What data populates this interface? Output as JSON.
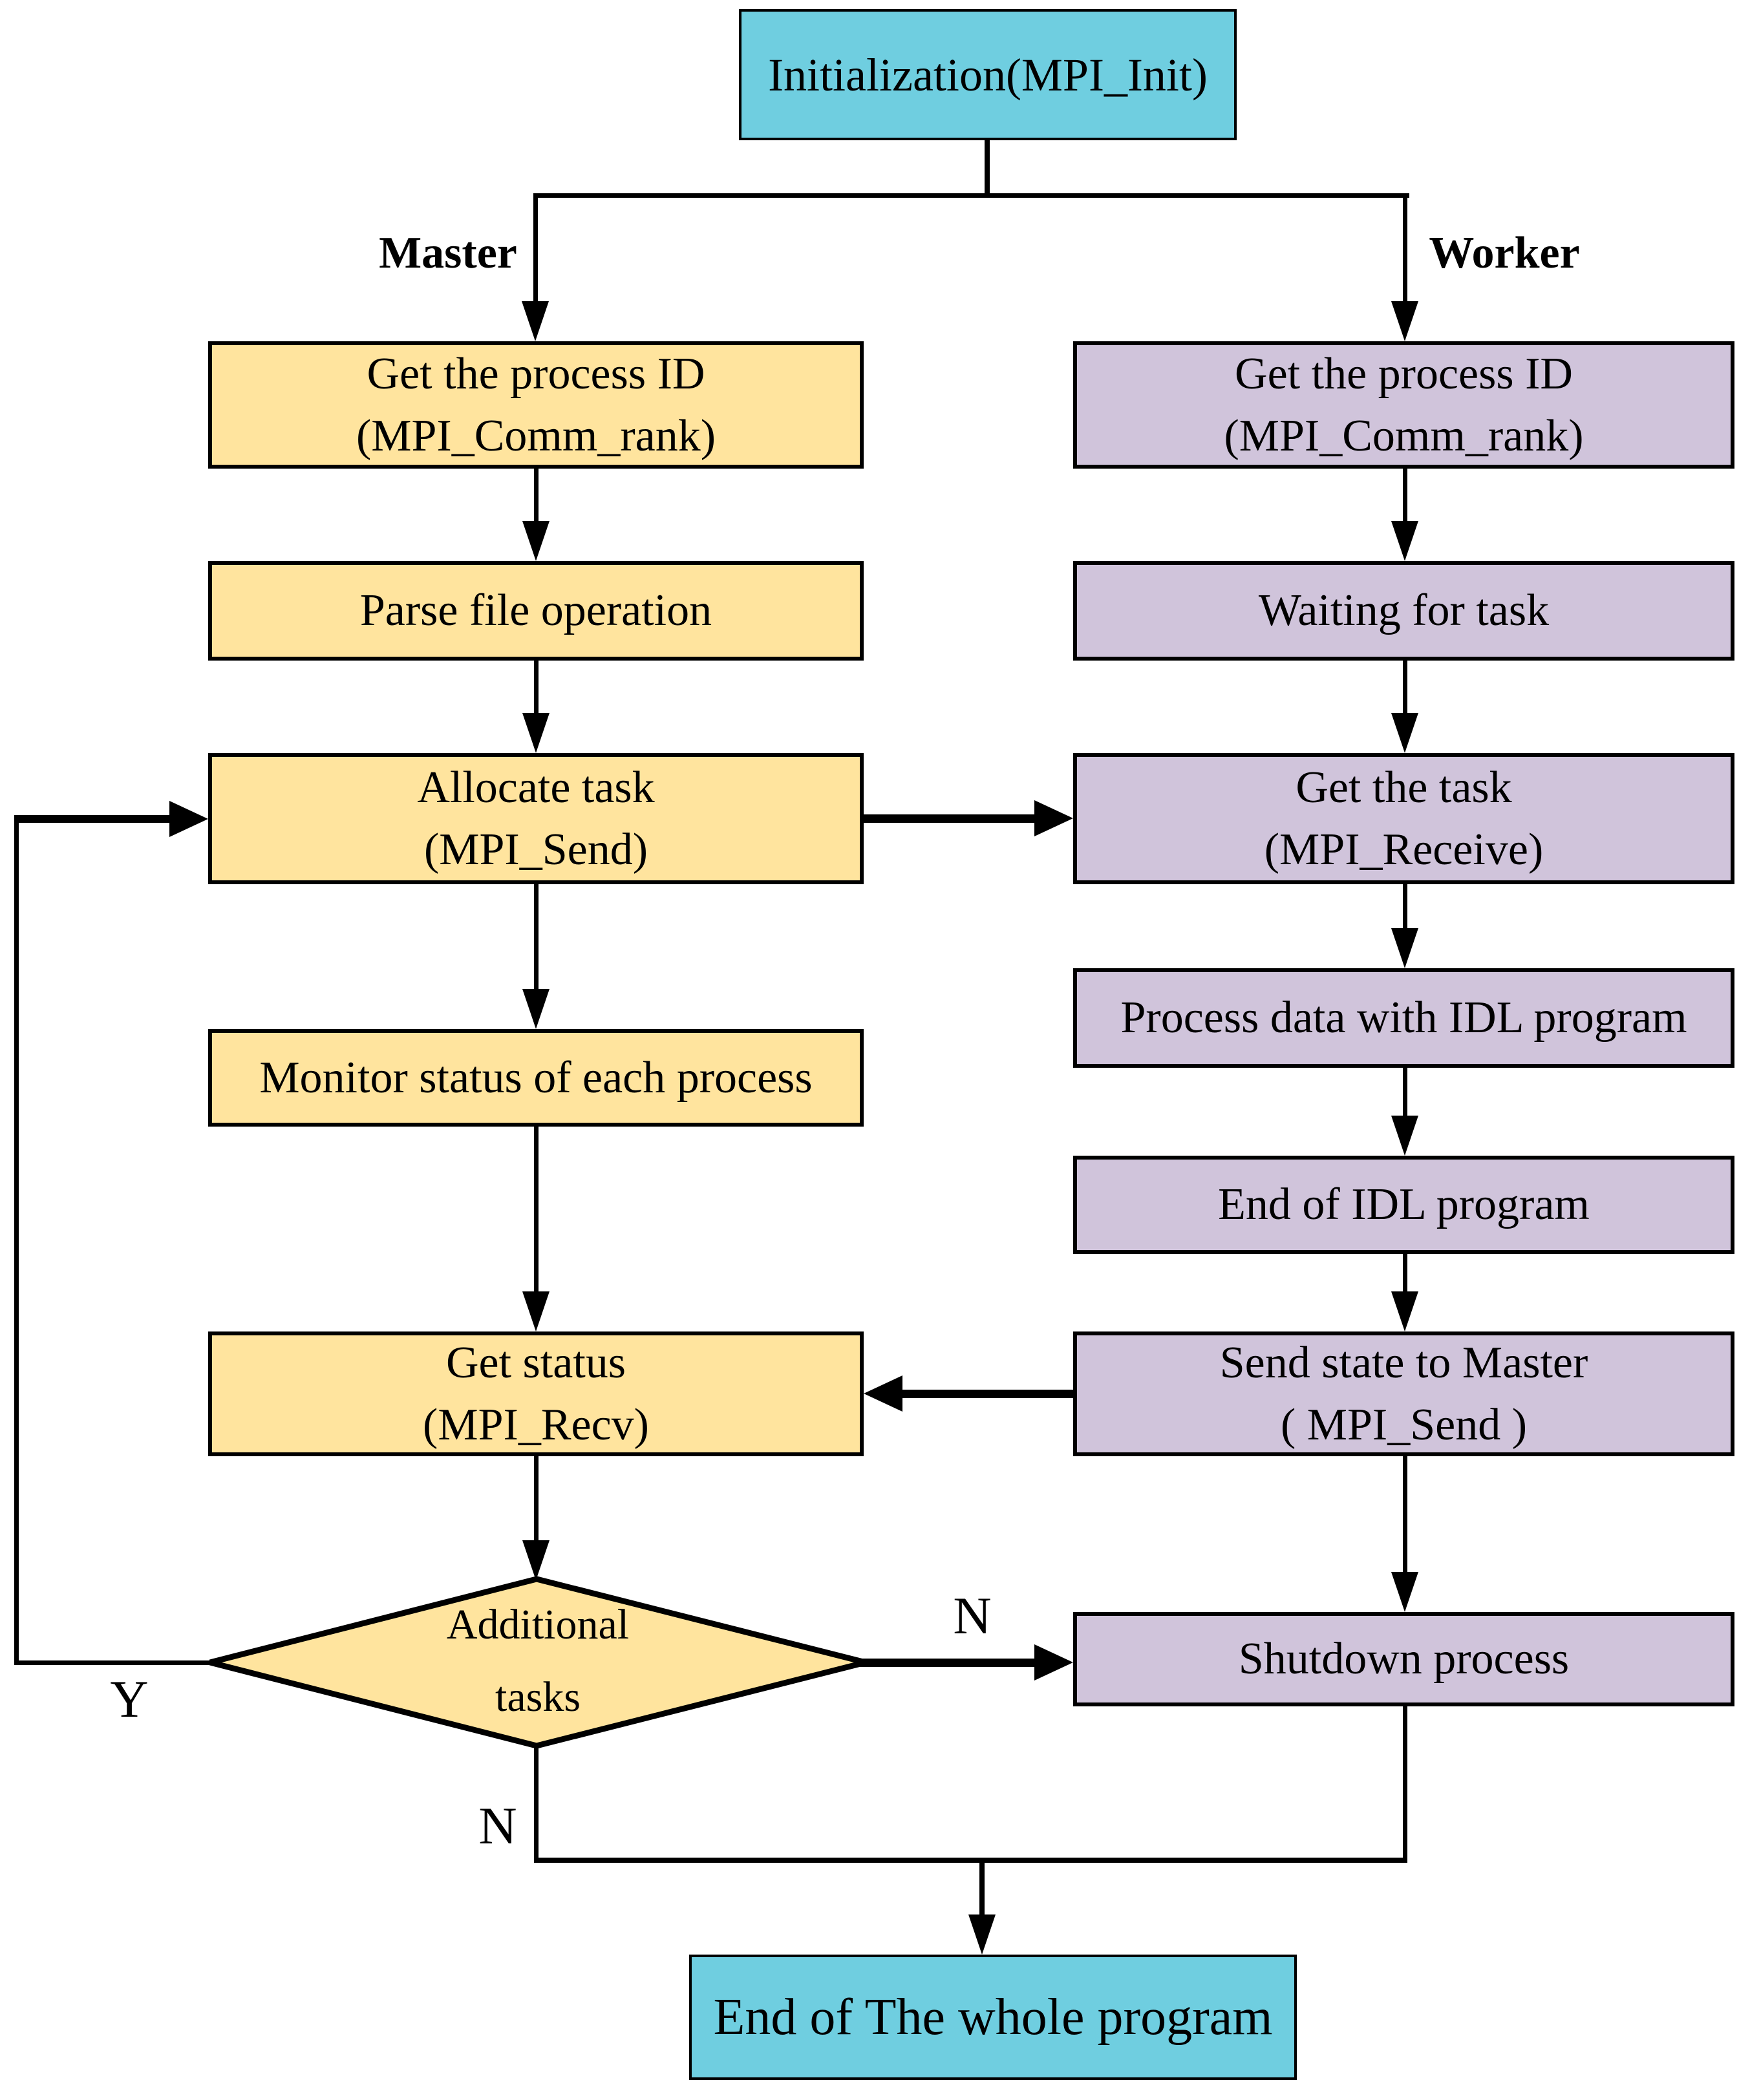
{
  "diagram_title": "MPI master-worker program flowchart",
  "colors": {
    "start_end_fill": "#6FCEE0",
    "master_fill": "#FFE49E",
    "worker_fill": "#D0C4DB",
    "line": "#000000",
    "background": "#FFFFFF"
  },
  "start": {
    "label": "Initialization(MPI_Init)"
  },
  "branch_labels": {
    "master": "Master",
    "worker": "Worker"
  },
  "master": {
    "steps": [
      {
        "line1": "Get the process ID",
        "line2": "(MPI_Comm_rank)"
      },
      {
        "line1": "Parse file operation"
      },
      {
        "line1": "Allocate task",
        "line2": "(MPI_Send)"
      },
      {
        "line1": "Monitor status of each process"
      },
      {
        "line1": "Get status",
        "line2": "(MPI_Recv)"
      }
    ],
    "decision": {
      "line1": "Additional",
      "line2": "tasks"
    }
  },
  "worker": {
    "steps": [
      {
        "line1": "Get the process ID",
        "line2": "(MPI_Comm_rank)"
      },
      {
        "line1": "Waiting for task"
      },
      {
        "line1": "Get the task",
        "line2": "(MPI_Receive)"
      },
      {
        "line1": "Process data with IDL program"
      },
      {
        "line1": "End of  IDL program"
      },
      {
        "line1": "Send state to Master",
        "line2": "( MPI_Send )"
      },
      {
        "line1": "Shutdown process"
      }
    ]
  },
  "edge_labels": {
    "yes": "Y",
    "no_right": "N",
    "no_bottom": "N"
  },
  "end": {
    "label": "End of The whole program"
  }
}
